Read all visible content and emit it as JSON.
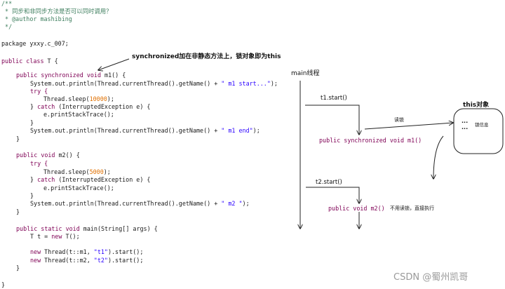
{
  "code": {
    "doc_comment": [
      "/**",
      " * 同步和非同步方法是否可以同时调用？",
      " * @author mashibing",
      " */"
    ],
    "package_line": "package yxxy.c_007;",
    "class_decl": {
      "kw": "public class",
      "rest": " T {"
    },
    "m1": {
      "decl": {
        "kw": "public synchronized void",
        "rest": " m1() {"
      },
      "print_start": {
        "pre": "System.out.println(Thread.currentThread().getName() + ",
        "str": "\" m1 start...\"",
        "post": ");"
      },
      "try": "try {",
      "sleep": {
        "pre": "Thread.sleep(",
        "num": "10000",
        "post": ");"
      },
      "catch": {
        "pre": "} ",
        "kw": "catch",
        "post": " (InterruptedException e) {"
      },
      "stack": "e.printStackTrace();",
      "close": "}",
      "print_end": {
        "pre": "System.out.println(Thread.currentThread().getName() + ",
        "str": "\" m1 end\"",
        "post": ");"
      },
      "end": "}"
    },
    "m2": {
      "decl": {
        "kw": "public void",
        "rest": " m2() {"
      },
      "try": "try {",
      "sleep": {
        "pre": "Thread.sleep(",
        "num": "5000",
        "post": ");"
      },
      "catch": {
        "pre": "} ",
        "kw": "catch",
        "post": " (InterruptedException e) {"
      },
      "stack": "e.printStackTrace();",
      "close": "}",
      "print": {
        "pre": "System.out.println(Thread.currentThread().getName() + ",
        "str": "\" m2 \"",
        "post": ");"
      },
      "end": "}"
    },
    "main": {
      "decl": {
        "kw": "public static void",
        "rest": " main(String[] args) {"
      },
      "new_t": {
        "pre": "T t = ",
        "kw": "new",
        "post": " T();"
      },
      "t1": {
        "kw": "new",
        "pre": " Thread(t::m1, ",
        "str": "\"t1\"",
        "post": ").start();"
      },
      "t2": {
        "kw": "new",
        "pre": " Thread(t::m2, ",
        "str": "\"t2\"",
        "post": ").start();"
      },
      "end": "}"
    },
    "class_end": "}"
  },
  "diagram": {
    "annotation": "synchronized加在非静态方法上，锁对象即为this",
    "main_thread_label": "main线程",
    "t1_start": "t1.start()",
    "lock_label": "读锁",
    "m1_call": "public synchronized void m1()",
    "this_object_title": "this对象",
    "dots_1": "...",
    "dots_2": "...",
    "lock_info": "锁信息",
    "t2_start": "t2.start()",
    "m2_call": "public void m2()",
    "m2_note": "不用读锁，直接执行"
  },
  "watermark": "CSDN @蜀州凯哥"
}
